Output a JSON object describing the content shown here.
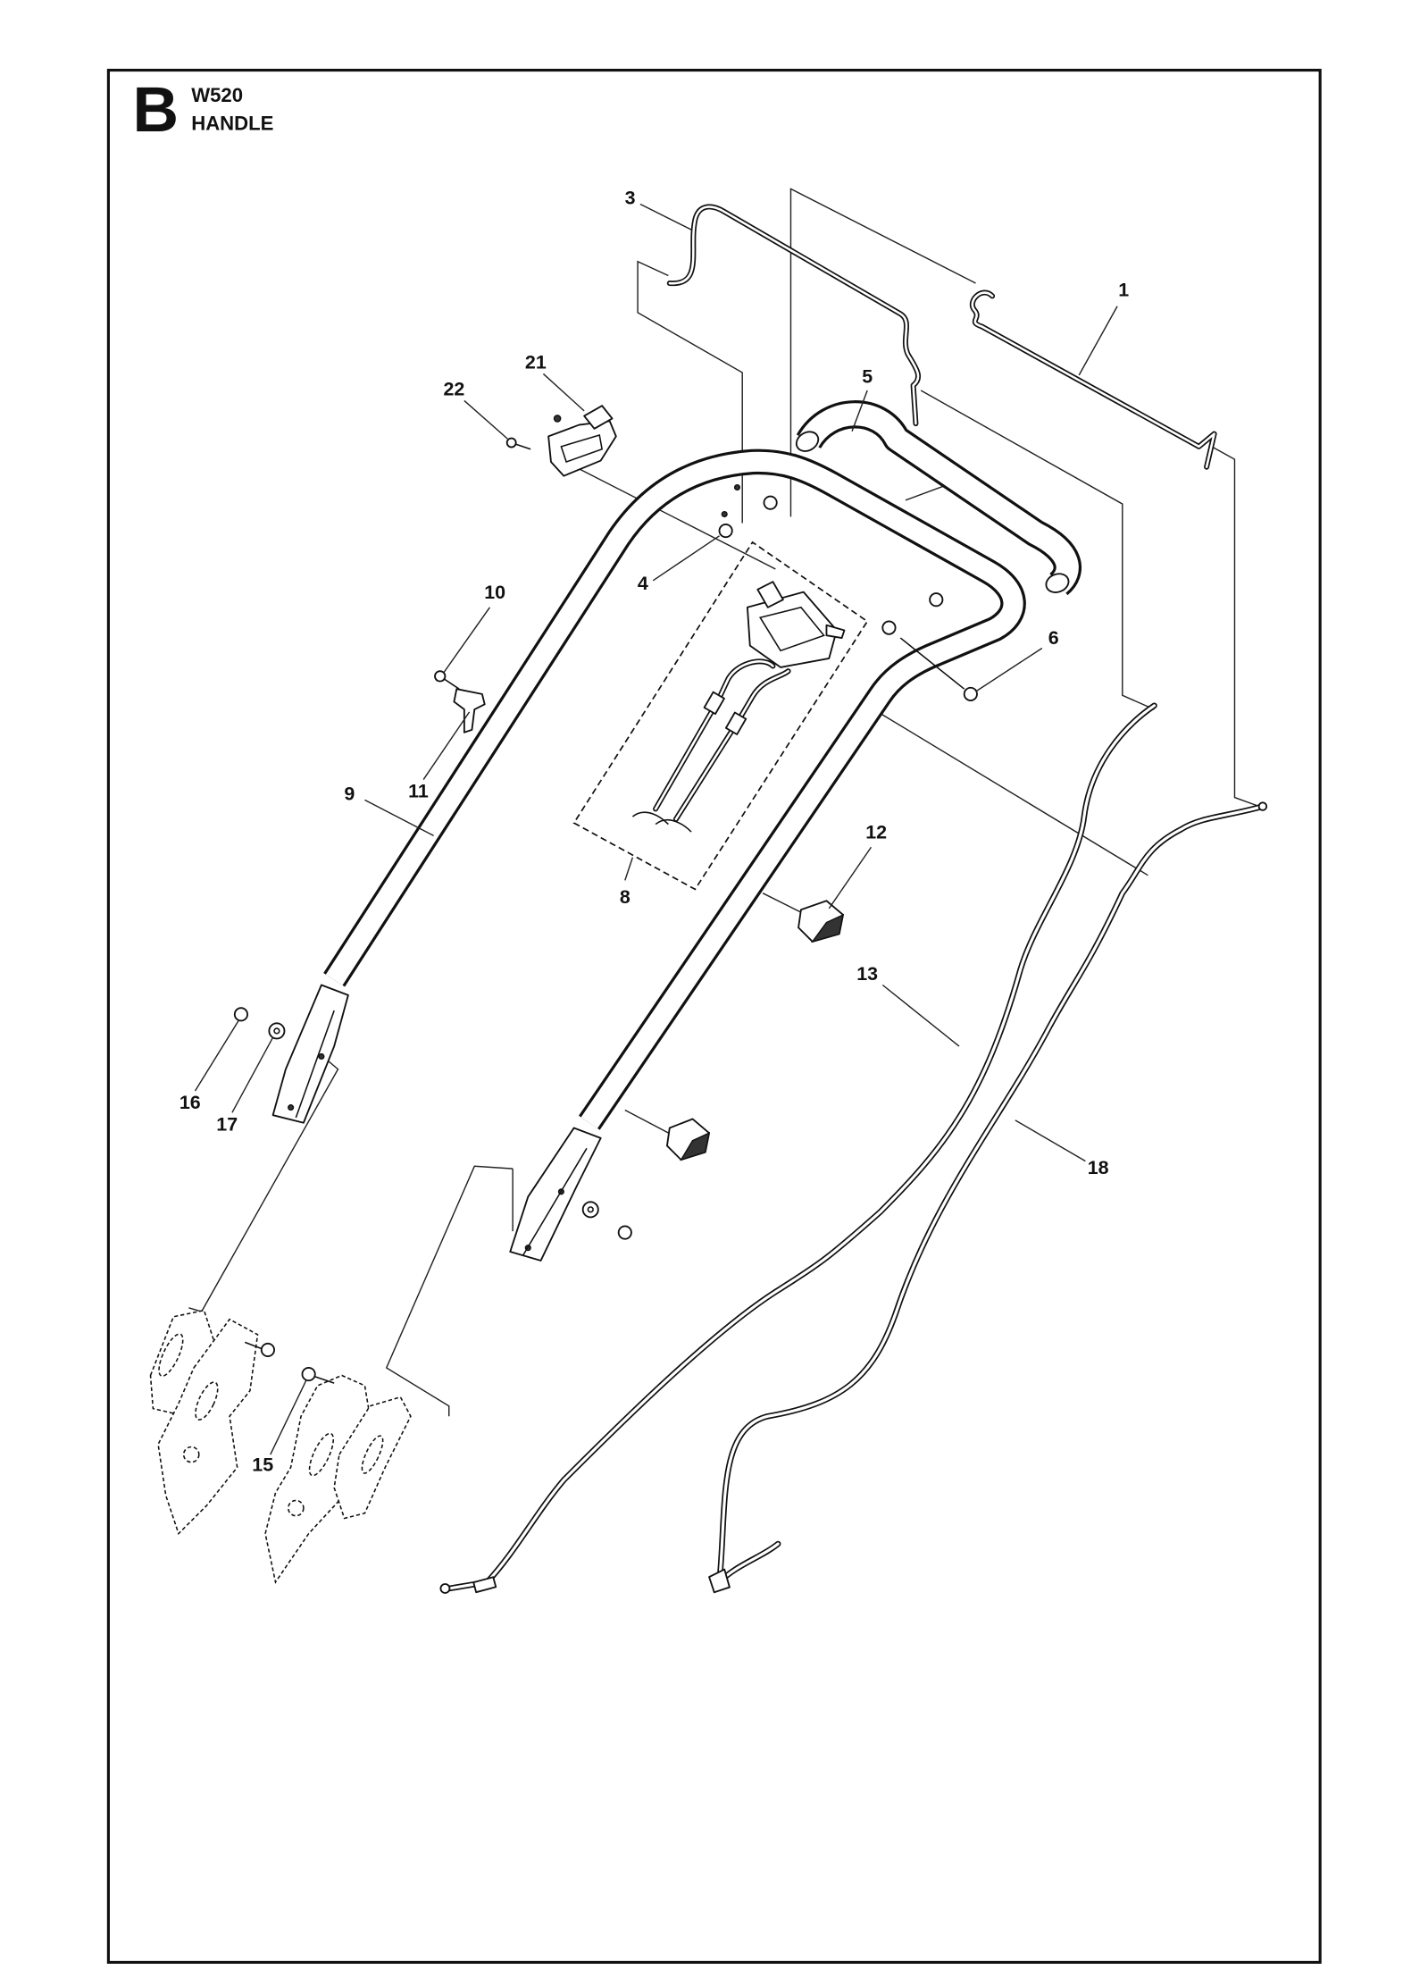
{
  "header": {
    "letter": "B",
    "model": "W520",
    "title": "HANDLE"
  },
  "callouts": [
    "1",
    "3",
    "5",
    "21",
    "22",
    "4",
    "10",
    "6",
    "9",
    "11",
    "12",
    "8",
    "13",
    "16",
    "17",
    "18",
    "15"
  ]
}
